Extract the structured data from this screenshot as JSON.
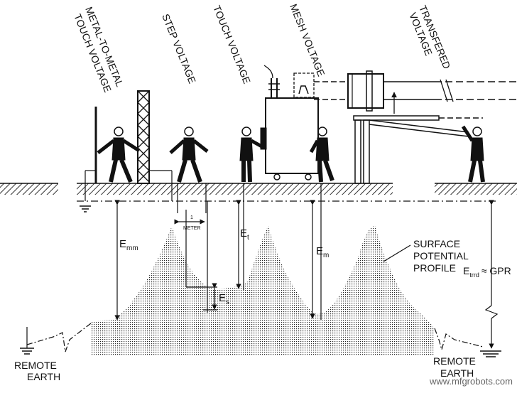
{
  "labels": {
    "metal_to_metal": [
      "METAL-TO-METAL",
      "TOUCH VOLTAGE"
    ],
    "step": "STEP VOLTAGE",
    "touch": "TOUCH VOLTAGE",
    "mesh": "MESH VOLTAGE",
    "transfered": [
      "TRANSFERED",
      "VOLTAGE"
    ],
    "surface_profile": [
      "SURFACE",
      "POTENTIAL",
      "PROFILE"
    ],
    "remote_earth_left": [
      "REMOTE",
      "EARTH"
    ],
    "remote_earth_right": [
      "REMOTE",
      "EARTH"
    ],
    "meter_value": "1",
    "meter_unit": "METER",
    "e_mm": {
      "main": "E",
      "sub": "mm"
    },
    "e_t": {
      "main": "E",
      "sub": "t"
    },
    "e_m": {
      "main": "E",
      "sub": "m"
    },
    "e_s": {
      "main": "E",
      "sub": "s"
    },
    "e_trrd": {
      "main": "E",
      "sub": "trrd",
      "suffix": "≈ GPR"
    }
  },
  "watermark": "www.mfgrobots.com",
  "colors": {
    "ink": "#111111",
    "stipple": "#222222",
    "ground_hatch": "#333333"
  }
}
